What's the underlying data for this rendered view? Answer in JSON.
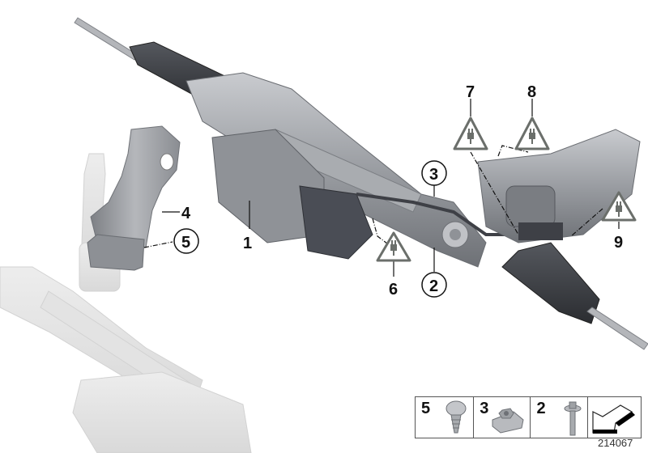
{
  "diagram": {
    "title": "Electric power steering rack exploded parts diagram",
    "reference_code": "214067",
    "callouts": [
      {
        "id": "1",
        "label": "1",
        "part": "Steering gear (electric)",
        "style": "plain"
      },
      {
        "id": "2",
        "label": "2",
        "part": "Bolt",
        "style": "circled"
      },
      {
        "id": "3",
        "label": "3",
        "part": "Clip nut",
        "style": "circled"
      },
      {
        "id": "4",
        "label": "4",
        "part": "Heat shield",
        "style": "plain"
      },
      {
        "id": "5",
        "label": "5",
        "part": "Screw",
        "style": "circled"
      },
      {
        "id": "6",
        "label": "6",
        "part": "Connector (electrical)",
        "style": "warning-plug"
      },
      {
        "id": "7",
        "label": "7",
        "part": "Connector (electrical)",
        "style": "warning-plug"
      },
      {
        "id": "8",
        "label": "8",
        "part": "Connector (electrical)",
        "style": "warning-plug"
      },
      {
        "id": "9",
        "label": "9",
        "part": "Connector (electrical)",
        "style": "warning-plug"
      }
    ],
    "colors": {
      "boot": "#3a3d42",
      "housing": "#9a9da2",
      "motor_dark": "#4a4d55",
      "ghost": "#e4e4e4",
      "warning_triangle": "#6b6f6b",
      "line": "#111111"
    }
  },
  "legend": {
    "items": [
      {
        "num": "5",
        "icon": "screw-icon"
      },
      {
        "num": "3",
        "icon": "clip-nut-icon"
      },
      {
        "num": "2",
        "icon": "bolt-icon"
      },
      {
        "num": "",
        "icon": "direction-arrow-icon"
      }
    ]
  }
}
